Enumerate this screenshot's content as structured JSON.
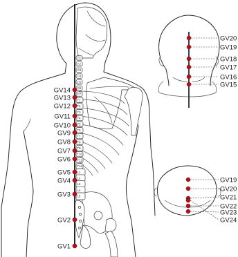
{
  "figure": {
    "back_points": [
      {
        "id": "GV14",
        "label": "GV14"
      },
      {
        "id": "GV13",
        "label": "GV13"
      },
      {
        "id": "GV12",
        "label": "GV12"
      },
      {
        "id": "GV11",
        "label": "GV11"
      },
      {
        "id": "GV10",
        "label": "GV10"
      },
      {
        "id": "GV9",
        "label": "GV9"
      },
      {
        "id": "GV8",
        "label": "GV8"
      },
      {
        "id": "GV7",
        "label": "GV7"
      },
      {
        "id": "GV6",
        "label": "GV6"
      },
      {
        "id": "GV5",
        "label": "GV5"
      },
      {
        "id": "GV4",
        "label": "GV4"
      },
      {
        "id": "GV3",
        "label": "GV3"
      },
      {
        "id": "GV2",
        "label": "GV2"
      },
      {
        "id": "GV1",
        "label": "GV1"
      }
    ],
    "head_back_points": [
      {
        "id": "GV20",
        "label": "GV20"
      },
      {
        "id": "GV19",
        "label": "GV19"
      },
      {
        "id": "GV18",
        "label": "GV18"
      },
      {
        "id": "GV17",
        "label": "GV17"
      },
      {
        "id": "GV16",
        "label": "GV16"
      },
      {
        "id": "GV15",
        "label": "GV15"
      }
    ],
    "head_top_points": [
      {
        "id": "GV19",
        "label": "GV19"
      },
      {
        "id": "GV20",
        "label": "GV20"
      },
      {
        "id": "GV21",
        "label": "GV21"
      },
      {
        "id": "GV22",
        "label": "GV22"
      },
      {
        "id": "GV23",
        "label": "GV23"
      },
      {
        "id": "GV24",
        "label": "GV24"
      }
    ],
    "vertebra_labels": [
      "C1",
      "C2",
      "C3",
      "C4",
      "C5",
      "C6",
      "C7",
      "T1",
      "T2",
      "T3",
      "T4",
      "T5",
      "T6",
      "T7",
      "T8",
      "T9",
      "T10",
      "T11",
      "T12",
      "L1",
      "L2",
      "L3",
      "L4",
      "L5"
    ],
    "colors": {
      "point": "#b3121c",
      "line": "#111111",
      "outline": "#2a2a2a"
    }
  }
}
